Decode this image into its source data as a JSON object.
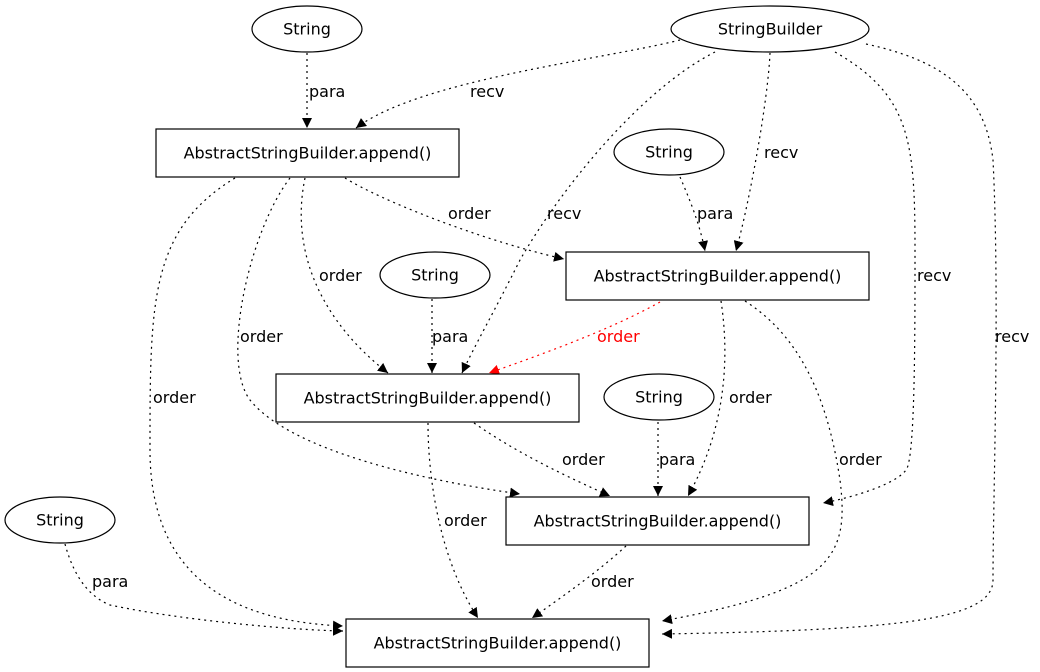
{
  "colors": {
    "default": "#000000",
    "highlight": "#ff0000"
  },
  "nodes": {
    "sb": {
      "label": "StringBuilder",
      "shape": "ellipse"
    },
    "s1": {
      "label": "String",
      "shape": "ellipse"
    },
    "s2": {
      "label": "String",
      "shape": "ellipse"
    },
    "s3": {
      "label": "String",
      "shape": "ellipse"
    },
    "s4": {
      "label": "String",
      "shape": "ellipse"
    },
    "s5": {
      "label": "String",
      "shape": "ellipse"
    },
    "a1": {
      "label": "AbstractStringBuilder.append()",
      "shape": "box"
    },
    "a2": {
      "label": "AbstractStringBuilder.append()",
      "shape": "box"
    },
    "a3": {
      "label": "AbstractStringBuilder.append()",
      "shape": "box"
    },
    "a4": {
      "label": "AbstractStringBuilder.append()",
      "shape": "box"
    },
    "a5": {
      "label": "AbstractStringBuilder.append()",
      "shape": "box"
    }
  },
  "edges": [
    {
      "id": "s1-a1",
      "from": "s1",
      "to": "a1",
      "label": "para"
    },
    {
      "id": "sb-a1",
      "from": "sb",
      "to": "a1",
      "label": "recv"
    },
    {
      "id": "s2-a2",
      "from": "s2",
      "to": "a2",
      "label": "para"
    },
    {
      "id": "sb-a2",
      "from": "sb",
      "to": "a2",
      "label": "recv"
    },
    {
      "id": "a1-a2",
      "from": "a1",
      "to": "a2",
      "label": "order"
    },
    {
      "id": "s3-a3",
      "from": "s3",
      "to": "a3",
      "label": "para"
    },
    {
      "id": "sb-a3",
      "from": "sb",
      "to": "a3",
      "label": "recv"
    },
    {
      "id": "a1-a3",
      "from": "a1",
      "to": "a3",
      "label": "order"
    },
    {
      "id": "a2-a3",
      "from": "a2",
      "to": "a3",
      "label": "order",
      "highlight": true
    },
    {
      "id": "s4-a4",
      "from": "s4",
      "to": "a4",
      "label": "para"
    },
    {
      "id": "sb-a4",
      "from": "sb",
      "to": "a4",
      "label": "recv"
    },
    {
      "id": "a1-a4",
      "from": "a1",
      "to": "a4",
      "label": "order"
    },
    {
      "id": "a2-a4",
      "from": "a2",
      "to": "a4",
      "label": "order"
    },
    {
      "id": "a3-a4",
      "from": "a3",
      "to": "a4",
      "label": "order"
    },
    {
      "id": "s5-a5",
      "from": "s5",
      "to": "a5",
      "label": "para"
    },
    {
      "id": "sb-a5",
      "from": "sb",
      "to": "a5",
      "label": "recv"
    },
    {
      "id": "a1-a5",
      "from": "a1",
      "to": "a5",
      "label": "order"
    },
    {
      "id": "a2-a5",
      "from": "a2",
      "to": "a5",
      "label": "order"
    },
    {
      "id": "a3-a5",
      "from": "a3",
      "to": "a5",
      "label": "order"
    },
    {
      "id": "a4-a5",
      "from": "a4",
      "to": "a5",
      "label": "order"
    }
  ]
}
